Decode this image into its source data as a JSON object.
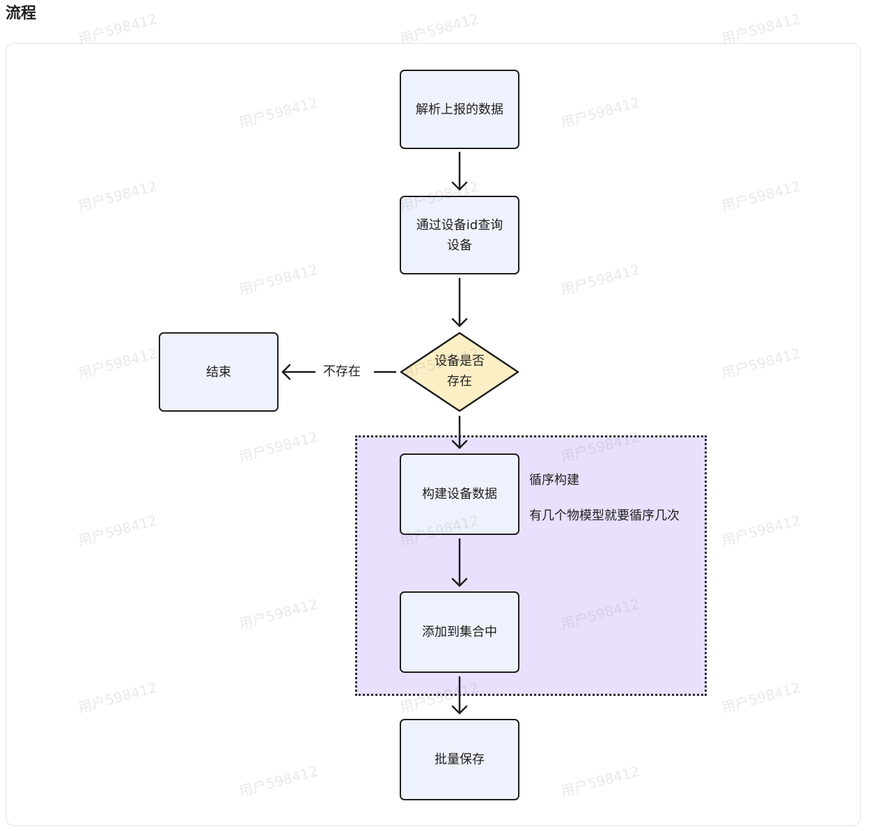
{
  "page": {
    "title": "流程"
  },
  "diagram": {
    "nodes": {
      "parse": "解析上报的数据",
      "query_line1": "通过设备id查询",
      "query_line2": "设备",
      "exists_line1": "设备是否",
      "exists_line2": "存在",
      "end": "结束",
      "build": "构建设备数据",
      "add": "添加到集合中",
      "save": "批量保存"
    },
    "edge_labels": {
      "not_exists": "不存在"
    },
    "notes": {
      "loop_title": "循序构建",
      "loop_detail": "有几个物模型就要循序几次"
    },
    "colors": {
      "node_fill": "#eef2fc",
      "decision_fill": "#fdefc5",
      "group_fill": "#e8e0fd",
      "stroke": "#1d1d1d"
    }
  },
  "watermark": {
    "text": "用户598412"
  }
}
